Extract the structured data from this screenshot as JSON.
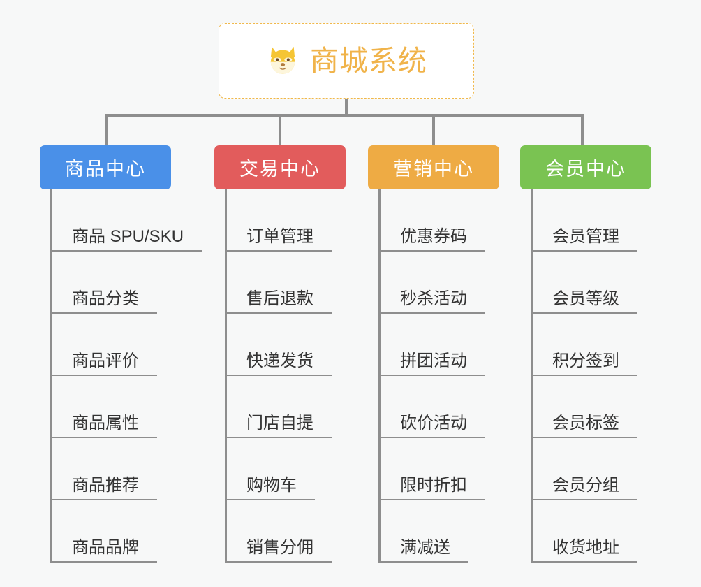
{
  "diagram": {
    "title": "商城系统",
    "root": {
      "label": "商城系统",
      "icon": "shiba-dog-face-emoji",
      "emoji": "🐶",
      "text_color": "#f0b34a",
      "border_color": "#f0b84a",
      "background": "#ffffff"
    },
    "background_color": "#f7f8f8",
    "connector_color": "#8e8e8e",
    "leaf_text_color": "#333333",
    "columns": [
      {
        "label": "商品中心",
        "color": "#4a90e8",
        "items": [
          "商品 SPU/SKU",
          "商品分类",
          "商品评价",
          "商品属性",
          "商品推荐",
          "商品品牌"
        ]
      },
      {
        "label": "交易中心",
        "color": "#e25c5c",
        "items": [
          "订单管理",
          "售后退款",
          "快递发货",
          "门店自提",
          "购物车",
          "销售分佣"
        ]
      },
      {
        "label": "营销中心",
        "color": "#eeab44",
        "items": [
          "优惠券码",
          "秒杀活动",
          "拼团活动",
          "砍价活动",
          "限时折扣",
          "满减送"
        ]
      },
      {
        "label": "会员中心",
        "color": "#7ac352",
        "items": [
          "会员管理",
          "会员等级",
          "积分签到",
          "会员标签",
          "会员分组",
          "收货地址"
        ]
      }
    ]
  }
}
